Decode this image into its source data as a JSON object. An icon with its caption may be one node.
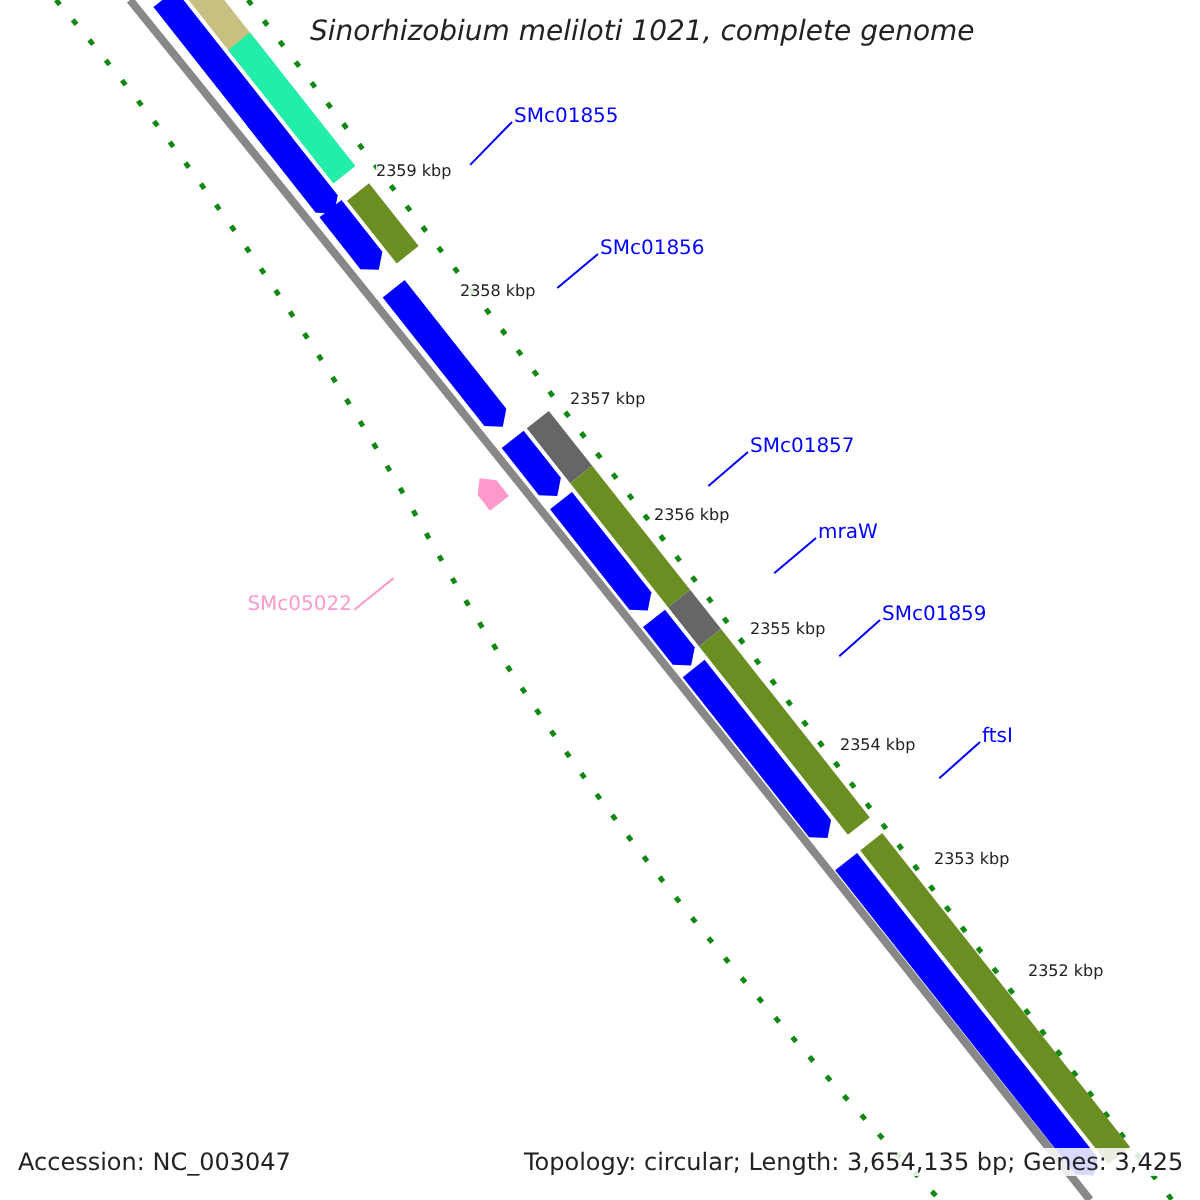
{
  "diagram": {
    "title": "Sinorhizobium meliloti 1021, complete genome",
    "nodes": [
      {
        "text": [
          "SMc01855"
        ]
      },
      {
        "text": [
          "SMc01856"
        ]
      },
      {
        "text": [
          "SMc01857"
        ]
      },
      {
        "text": [
          "mraW"
        ]
      },
      {
        "text": [
          "SMc01859"
        ]
      },
      {
        "text": [
          "ftsI"
        ]
      },
      {
        "text": [
          "SMc05022"
        ]
      }
    ],
    "edges": [
      {
        "from": 0,
        "to": null,
        "arrow": "none"
      },
      {
        "from": 1,
        "to": null,
        "arrow": "none"
      },
      {
        "from": 2,
        "to": null,
        "arrow": "none"
      },
      {
        "from": 3,
        "to": null,
        "arrow": "none"
      },
      {
        "from": 4,
        "to": null,
        "arrow": "none"
      },
      {
        "from": 5,
        "to": null,
        "arrow": "none"
      },
      {
        "from": 6,
        "to": null,
        "arrow": "none",
        "color": "#ff99cc"
      }
    ],
    "labels": [
      "2359 kbp",
      "2358 kbp",
      "2357 kbp",
      "2356 kbp",
      "2355 kbp",
      "2354 kbp",
      "2353 kbp",
      "2352 kbp",
      "Accession: NC_003047",
      "Topology: circular; Length: 3,654,135 bp; Genes: 3,425"
    ]
  }
}
